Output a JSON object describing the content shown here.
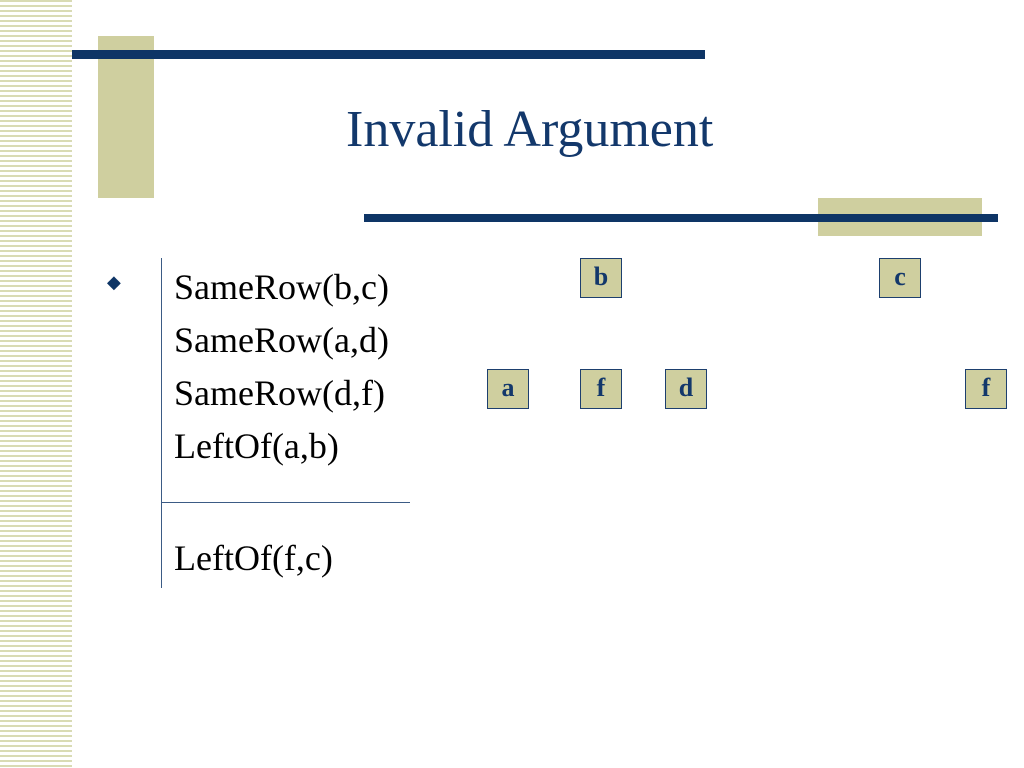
{
  "slide": {
    "title": "Invalid Argument",
    "bullet_symbol": "◆",
    "premises": [
      "SameRow(b,c)",
      "SameRow(a,d)",
      "SameRow(d,f)",
      "LeftOf(a,b)"
    ],
    "conclusion": "LeftOf(f,c)"
  },
  "grid": {
    "boxes": [
      {
        "label": "b"
      },
      {
        "label": "c"
      },
      {
        "label": "a"
      },
      {
        "label": "f"
      },
      {
        "label": "d"
      },
      {
        "label": "f"
      }
    ]
  },
  "colors": {
    "accent_navy": "#0e3566",
    "accent_tan": "#cfcf9f",
    "stripe": "#d9dbb4"
  }
}
